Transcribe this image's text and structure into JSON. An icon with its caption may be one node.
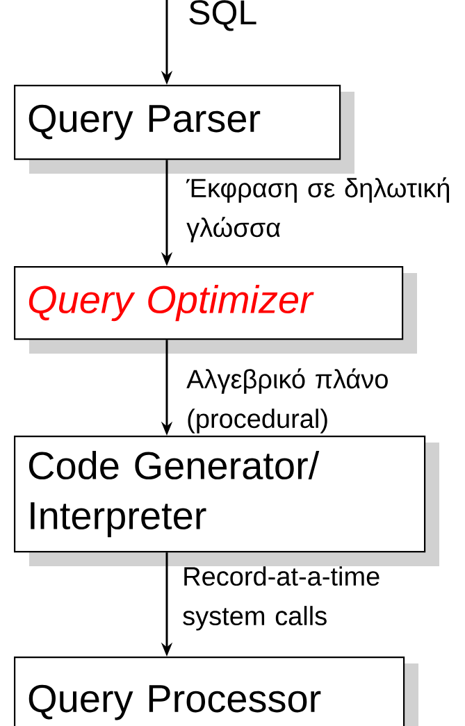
{
  "diagram": {
    "nodes": [
      {
        "text": [
          "Query Parser"
        ]
      },
      {
        "text": [
          "Query Optimizer"
        ]
      },
      {
        "text": [
          "Code Generator/ Interpreter"
        ]
      },
      {
        "text": [
          "Query Processor"
        ]
      }
    ],
    "edges": [
      {
        "from": null,
        "to": 0,
        "arrow": "to",
        "label": "SQL"
      },
      {
        "from": 0,
        "to": 1,
        "arrow": "to",
        "label": "Έκφραση σε δηλωτική γλώσσα"
      },
      {
        "from": 1,
        "to": 2,
        "arrow": "to",
        "label": "Αλγεβρικό πλάνο (procedural)"
      },
      {
        "from": 2,
        "to": 3,
        "arrow": "to",
        "label": "Record-at-a-time system calls"
      }
    ]
  }
}
